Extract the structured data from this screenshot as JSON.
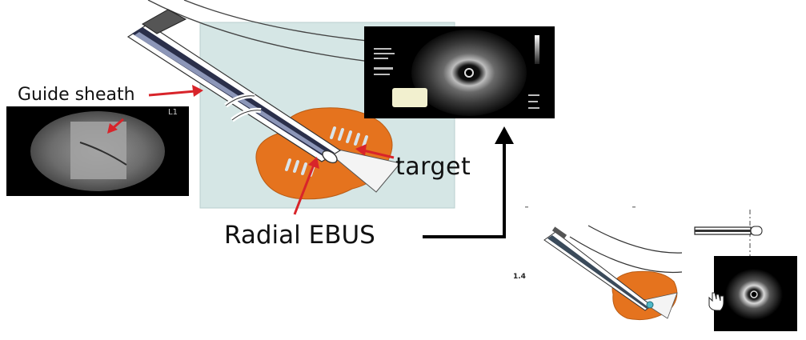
{
  "labels": {
    "guide_sheath": "Guide sheath",
    "target": "target",
    "radial_ebus": "Radial EBUS",
    "figure_number": "1.4",
    "fluoro_marker": "L1"
  },
  "colors": {
    "panel_bg": "#d5e6e5",
    "lesion": "#e5731e",
    "arrow_red": "#d8242a",
    "arrow_black": "#000000",
    "image_bg": "#000000"
  }
}
